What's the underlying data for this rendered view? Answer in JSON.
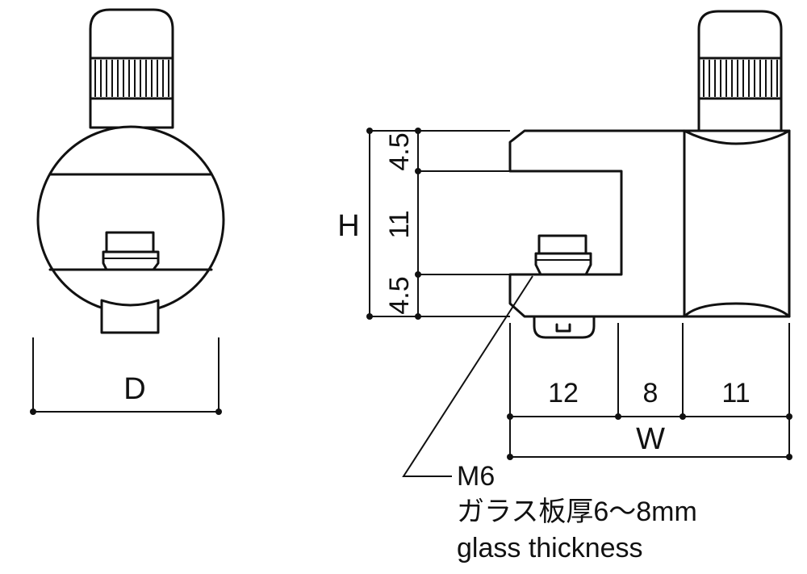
{
  "dimensions": {
    "D": "D",
    "H": "H",
    "W": "W",
    "h_top": "4.5",
    "h_mid": "11",
    "h_bot": "4.5",
    "w_a": "12",
    "w_b": "8",
    "w_c": "11"
  },
  "callout": {
    "line1": "M6",
    "line2": "ガラス板厚6～8mm",
    "line3": "glass thickness"
  },
  "colors": {
    "stroke": "#111111",
    "background": "#ffffff"
  }
}
